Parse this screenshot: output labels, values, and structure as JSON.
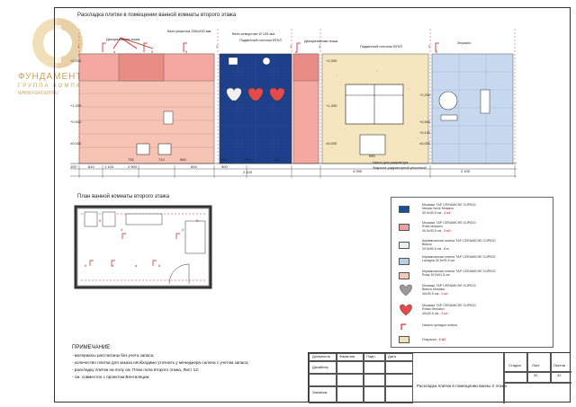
{
  "logo": {
    "text": "ФУНДАМЕНТ",
    "subtitle": "ГРУППА КОМПАНИЙ",
    "url": "WWW.FGROUP.RU"
  },
  "elevation": {
    "title": "Раскладка плитки в помещении ванной комнаты второго этажа",
    "callouts": {
      "vent_grille": "Вент.решетка 200х200 мм",
      "vent_hole": "Вент.отверстие Ø 125 мм",
      "niche_left": "Декоративная ниша",
      "niche_right": "Декоративная ниша",
      "ceiling_mid": "Подвесной потолок ВГКЛ",
      "ceiling_right": "Подвесной потолок ВГКЛ",
      "mirror": "Зеркало",
      "radiator_niche": "Ниша для радиатора",
      "radiator_close": "Закрыта радиаторной решеткой"
    },
    "axis_marks": [
      "1",
      "2",
      "3",
      "4",
      "5",
      "6",
      "а",
      "а",
      "б",
      "б"
    ],
    "level_marks": [
      "+2,200",
      "+1,200",
      "+0,900",
      "±0,000",
      "+2,200",
      "+1,200",
      "±0,000",
      "+2,200",
      "+0,900",
      "±0,000",
      "+0,100"
    ],
    "dims_bottom": [
      "100",
      "810",
      "1 100",
      "730",
      "710",
      "900",
      "900",
      "180",
      "550",
      "4 090",
      "2 100"
    ],
    "dims_sub": [
      "2 900",
      "600",
      "2 100",
      "900",
      "960"
    ]
  },
  "plan": {
    "title": "План ванной комнаты второго этажа",
    "marks": [
      "1",
      "2",
      "3",
      "4",
      "5",
      "6",
      "а",
      "а",
      "б",
      "б"
    ]
  },
  "legend": {
    "items": [
      {
        "lines": [
          "Мозаика ТАР CERAMICHE CUPIDO",
          "Mosaic Neve Mosaico",
          "30,5х30,5 см - ",
          "4 м2"
        ],
        "color": "#1a4f9c",
        "shape": "rect"
      },
      {
        "lines": [
          "Мозаика ТАР CERAMICHE CUPIDO",
          "Rosa Mosaico",
          "30,5х30,5 см - ",
          "9 м2"
        ],
        "color": "#e8a0a0",
        "shape": "rect"
      },
      {
        "lines": [
          "Керамическая плитка ТАР CERAMICHE CUPIDO",
          "Bianco",
          "30,5х50,5 см - 8 м"
        ],
        "color": "#e9f4ee",
        "shape": "rect"
      },
      {
        "lines": [
          "Керамическая плитка ТАР CERAMICHE CUPIDO",
          "Lavagna 30,5х91,5 см"
        ],
        "color": "#b9cfe8",
        "shape": "rect"
      },
      {
        "lines": [
          "Керамическая плитка ТАР CERAMICHE CUPIDO",
          "Rosa 30,5х91,5 см"
        ],
        "color": "#f6c8b8",
        "shape": "rect"
      },
      {
        "lines": [
          "Мозаика ТАР CERAMICHE CUPIDO",
          "Bianco Mosaico",
          "40х30,5 см - ",
          "2 шт."
        ],
        "color": "#9a9a9a",
        "shape": "heart"
      },
      {
        "lines": [
          "Мозаика ТАР CERAMICHE CUPIDO",
          "Rosso Mosaico",
          "40х30,5 см - ",
          "3 шт."
        ],
        "color": "#e34b4b",
        "shape": "heart"
      },
      {
        "lines": [
          "Начало укладки плитки"
        ],
        "color": "#d00000",
        "shape": "mark"
      },
      {
        "lines": [
          "Покраска - ",
          "6 м2"
        ],
        "color": "#f3e2b5",
        "shape": "rect"
      }
    ]
  },
  "notes": {
    "heading": "ПРИМЕЧАНИЕ:",
    "lines": [
      "- материалы рассчитаны без учета запаса;",
      "- количество плитки для заказа необходимо уточнить у менеджера салона с учетом запаса;",
      "- раскладку плитки на полу см. План пола второго этажа, Лист 12;",
      "- см. совместно с проектом Вентиляции."
    ]
  },
  "stamp": {
    "role_labels": [
      "Должность",
      "Фамилия",
      "Подп.",
      "Дата"
    ],
    "roles": [
      "Дизайнер",
      "Заказчик"
    ],
    "heads": [
      "Стадия",
      "Лист",
      "Листов"
    ],
    "sheet": "32",
    "sheets": "42",
    "title": "Раскладка плитки в помещении ванны 2 этажа"
  },
  "colors": {
    "pink": "#f2b3a7",
    "navy": "#1e3f8a",
    "light_blue": "#c7d8ef",
    "cream": "#f5e6bf",
    "mint": "#e4f2ea",
    "red": "#d01818",
    "heart_red": "#e34b4b"
  }
}
